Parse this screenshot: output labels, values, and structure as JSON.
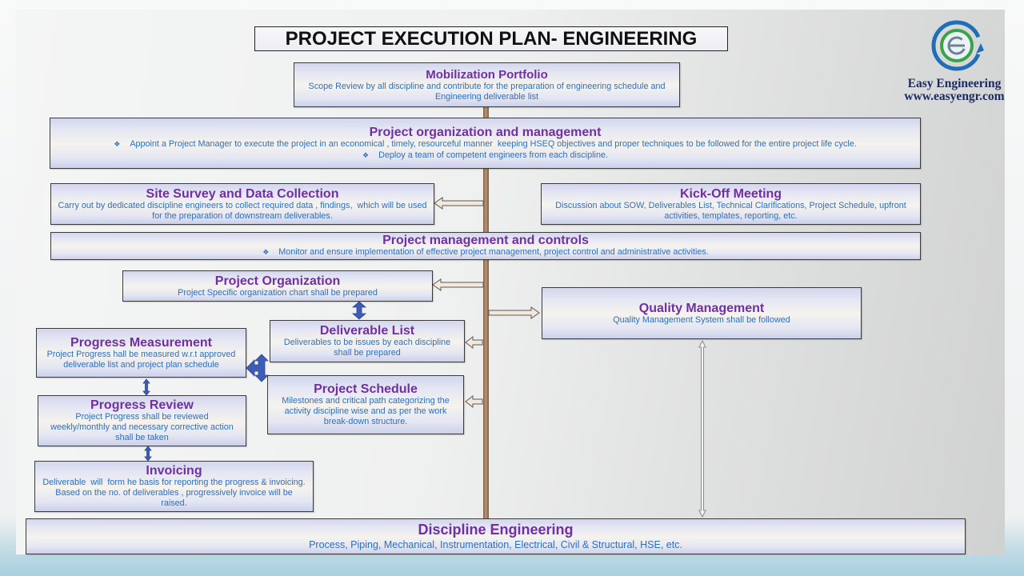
{
  "slide": {
    "title": "PROJECT EXECUTION PLAN- ENGINEERING"
  },
  "logo": {
    "icon": "easy-engineering-logo-icon",
    "brand_name": "Easy Engineering",
    "website": "www.easyengr.com"
  },
  "bullet_symbol": "❖",
  "boxes": {
    "mobilization_portfolio": {
      "title": "Mobilization Portfolio",
      "lines": [
        "Scope Review by all discipline and contribute for the preparation of engineering schedule and",
        "Engineering deliverable list"
      ]
    },
    "project_organization_management": {
      "title": "Project organization and management",
      "bullets": [
        "Appoint a Project Manager to execute the project in an economical , timely, resourceful manner  keeping HSEQ objectives and proper techniques to be followed for the entire project life cycle.",
        "Deploy a team of competent engineers from each discipline."
      ]
    },
    "site_survey": {
      "title": "Site Survey and Data Collection",
      "lines": [
        "Carry out by dedicated discipline engineers to collect required data , findings,  which will be used",
        "for the preparation of downstream deliverables."
      ]
    },
    "kick_off_meeting": {
      "title": "Kick-Off Meeting",
      "lines": [
        "Discussion about SOW, Deliverables List, Technical Clarifications, Project Schedule, upfront",
        "activities, templates, reporting, etc."
      ]
    },
    "project_management_controls": {
      "title": "Project management and controls",
      "bullets": [
        "Monitor and ensure implementation of effective project management, project control and administrative activities."
      ]
    },
    "project_organization": {
      "title": "Project Organization",
      "lines": [
        "Project Specific organization chart shall be prepared"
      ]
    },
    "quality_management": {
      "title": "Quality Management",
      "lines": [
        "Quality Management System shall be followed"
      ]
    },
    "deliverable_list": {
      "title": "Deliverable List",
      "lines": [
        "Deliverables to be issues by each discipline",
        "shall be prepared"
      ]
    },
    "progress_measurement": {
      "title": "Progress Measurement",
      "lines": [
        "Project Progress hall be measured w.r.t approved",
        "deliverable list and project plan schedule"
      ]
    },
    "project_schedule": {
      "title": "Project Schedule",
      "lines": [
        "Milestones and critical path categorizing the",
        "activity discipline wise and as per the work",
        "break-down structure."
      ]
    },
    "progress_review": {
      "title": "Progress Review",
      "lines": [
        "Project Progress shall be reviewed",
        "weekly/monthly and necessary corrective action",
        "shall be taken"
      ]
    },
    "invoicing": {
      "title": "Invoicing",
      "lines": [
        "Deliverable  will  form he basis for reporting the progress & invoicing.",
        "Based on the no. of deliverables , progressively invoice will be",
        "raised."
      ]
    },
    "discipline_engineering": {
      "title": "Discipline Engineering",
      "lines": [
        "Process, Piping, Mechanical, Instrumentation, Electrical, Civil & Structural, HSE, etc."
      ]
    }
  },
  "colors": {
    "box_title": "#7030a0",
    "box_text": "#2f6ebd",
    "connector_bar": "#7d5d45",
    "connector_bar_light": "#b8987c",
    "arrow_blue": "#3d5cb6",
    "logo_text": "#1b2a5e",
    "logo_ring": "#1f6fb8",
    "logo_inner": "#3aa34a"
  }
}
